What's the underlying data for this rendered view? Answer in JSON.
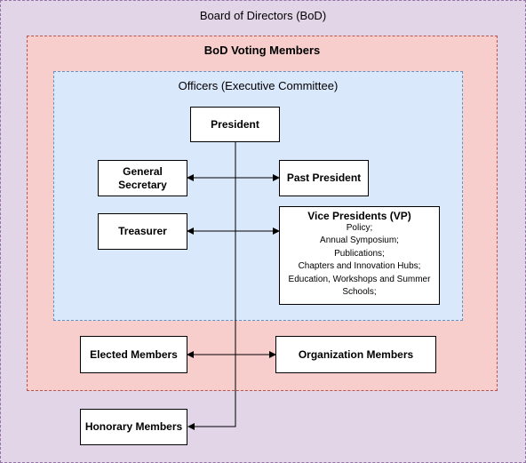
{
  "colors": {
    "board_fill": "#e1d5e7",
    "voting_fill": "#f8cecc",
    "officers_fill": "#dae8fc",
    "voting_border": "#b85450",
    "officers_border": "#6c8ebf",
    "board_border": "#9673a6"
  },
  "regions": {
    "board": "Board of Directors  (BoD)",
    "voting": "BoD Voting Members",
    "officers": "Officers (Executive Committee)"
  },
  "nodes": {
    "president": "President",
    "general_secretary": "General Secretary",
    "past_president": "Past President",
    "treasurer": "Treasurer",
    "vice_presidents": {
      "title": "Vice Presidents (VP)",
      "items": [
        "Policy;",
        "Annual Symposium;",
        "Publications;",
        "Chapters and Innovation Hubs;",
        "Education, Workshops and Summer",
        "Schools;"
      ]
    },
    "elected_members": "Elected Members",
    "organization_members": "Organization Members",
    "honorary_members": "Honorary Members"
  }
}
